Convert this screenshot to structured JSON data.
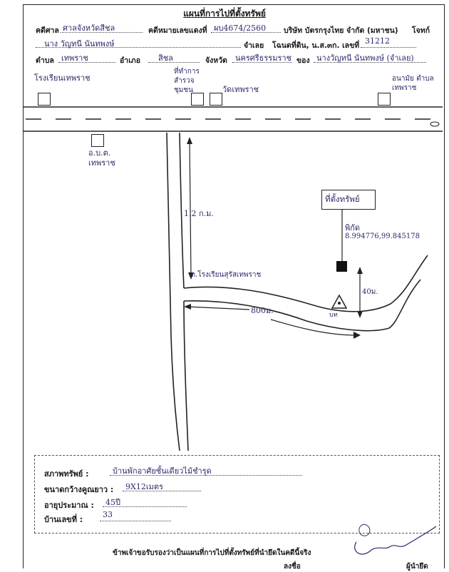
{
  "header": {
    "title": "แผนที่การไปที่ตั้งทรัพย์",
    "court_label": "คดีศาล",
    "court_value": "ศาลจังหวัดสีชล",
    "case_label": "คดีหมายเลขแดงที่",
    "case_value": "ผบ4674/2560",
    "company": "บริษัท บัตรกรุงไทย จำกัด (มหาชน)",
    "plaintiff_label": "โจทก์",
    "defendant_value": "นาง วัญทนี นันทพงษ์",
    "defendant_label": "จำเลย",
    "deed_label": "โฉนดที่ดิน, น.ส.๓ก. เลขที่",
    "deed_value": "31212",
    "tambon_label": "ตำบล",
    "tambon_value": "เทพราช",
    "amphoe_label": "อำเภอ",
    "amphoe_value": "สิชล",
    "province_label": "จังหวัด",
    "province_value": "นครศรีธรรมราช",
    "owner_label": "ของ",
    "owner_value": "นางวัญทนี นันทพงษ์ (จำเลย)"
  },
  "map": {
    "school_top": "โรงเรียนเทพราช",
    "office_top": "ที่ทำการ สำรวจ ชุมชน",
    "temple_top": "วัดเทพราช",
    "health_top": "อนามัย ตำบลเทพราช",
    "office_bottom": "อ.บ.ต. เทพราช",
    "distance_vertical": "1.2 ก.ม.",
    "property_label": "ที่ตั้งทรัพย์",
    "coord_label": "พิกัด",
    "coord_value": "8.994776,99.845178",
    "road_label": "ถ.โรงเรียนสุรัสเทพราช",
    "distance_horizontal": "800ม.",
    "distance_short": "40ม.",
    "marker_label": "บท"
  },
  "legend": {
    "condition_label": "สภาพทรัพย์ :",
    "condition_value": "บ้านพักอาศัยชั้นเดียวไม้ชำรุด",
    "size_label": "ขนาดกว้างคูณยาว :",
    "size_value": "9X12เมตร",
    "age_label": "อายุประมาณ :",
    "age_value": "45ปี",
    "house_no_label": "บ้านเลขที่ :",
    "house_no_value": "33"
  },
  "footer": {
    "certify_text": "ข้าพเจ้าขอรับรองว่าเป็นแผนที่การไปที่ตั้งทรัพย์ที่นำยึดในคดีนี้จริง",
    "sign_label": "ลงชื่อ",
    "role_label": "ผู้นำยึด"
  }
}
